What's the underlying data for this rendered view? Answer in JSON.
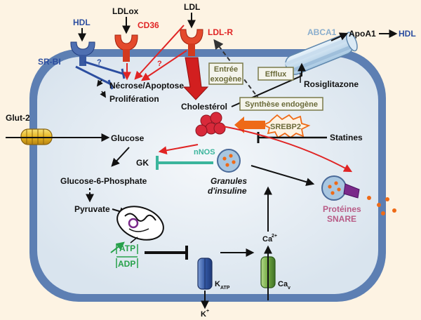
{
  "labels": {
    "hdl_top": "HDL",
    "ldlox": "LDLox",
    "cd36": "CD36",
    "ldl": "LDL",
    "ldlr": "LDL-R",
    "srbi": "SR-BI",
    "abca1": "ABCA1",
    "apoa1": "ApoA1",
    "hdl_right": "HDL",
    "q1": "?",
    "q2": "?",
    "necrose": "Nécrose/Apoptose",
    "proliferation": "Prolifération",
    "entree_line1": "Entrée",
    "entree_line2": "exogène",
    "efflux": "Efflux",
    "rosiglitazone": "Rosiglitazone",
    "cholesterol": "Cholestérol",
    "synthese": "Synthèse endogène",
    "srebp": "SREBP2",
    "statines": "Statines",
    "glut2": "Glut-2",
    "glucose": "Glucose",
    "gk": "GK",
    "nnos": "nNOS",
    "g6p": "Glucose-6-Phosphate",
    "granules_line1": "Granules",
    "granules_line2": "d'insuline",
    "pyruvate": "Pyruvate",
    "proteines": "Protéines",
    "snare": "SNARE",
    "ca": "Ca",
    "ca_sup": "2+",
    "atp": "ATP",
    "adp": "ADP",
    "katp": "K",
    "katp_sub": "ATP",
    "cav": "Ca",
    "cav_sub": "v",
    "kplus": "K",
    "kplus_sup": "+"
  },
  "colors": {
    "background": "#fdf3e3",
    "cell_fill": "#e6eef5",
    "membrane": "#5d7fb3",
    "red": "#e02424",
    "blue": "#2c4ea0",
    "teal": "#3bb59c",
    "green": "#27a14a",
    "orange": "#ee6a17",
    "abca1_text": "#8aaecd",
    "box_text": "#6b6b3a",
    "snare_text": "#b85b86"
  }
}
